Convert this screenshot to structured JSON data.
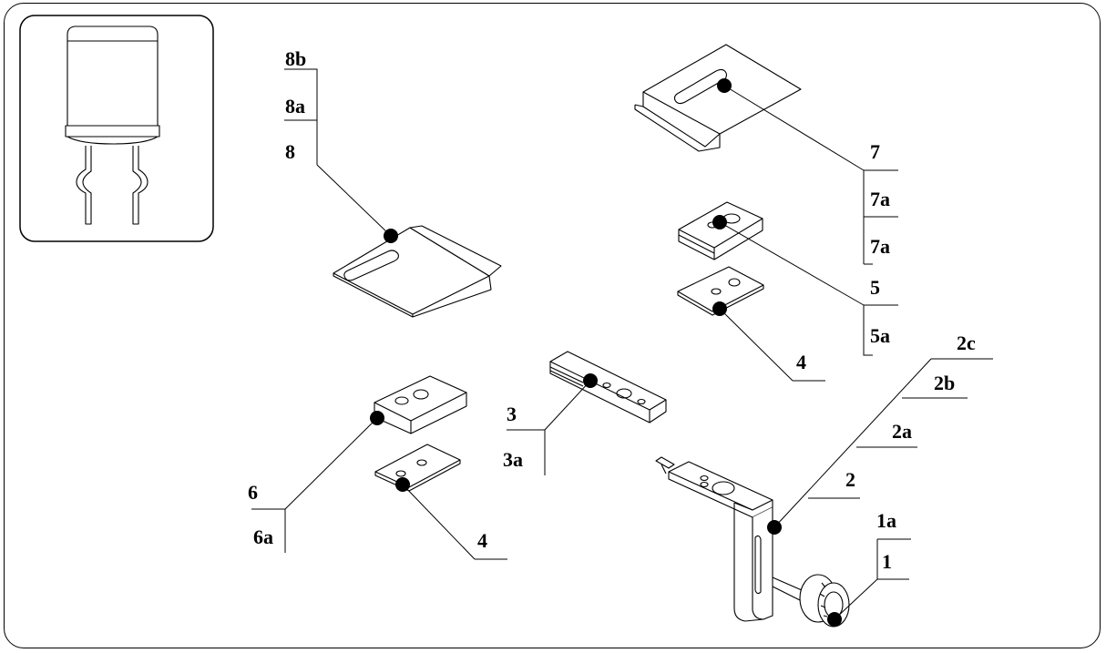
{
  "labels": {
    "l8b": "8b",
    "l8a": "8a",
    "l8": "8",
    "l7": "7",
    "l7a_1": "7a",
    "l7a_2": "7a",
    "l5": "5",
    "l5a": "5a",
    "l4_right": "4",
    "l4_left": "4",
    "l3": "3",
    "l3a": "3a",
    "l6": "6",
    "l6a": "6a",
    "l2c": "2c",
    "l2b": "2b",
    "l2a": "2a",
    "l2": "2",
    "l1a": "1a",
    "l1": "1"
  },
  "icons": {
    "capacitor": "capacitor-icon"
  }
}
